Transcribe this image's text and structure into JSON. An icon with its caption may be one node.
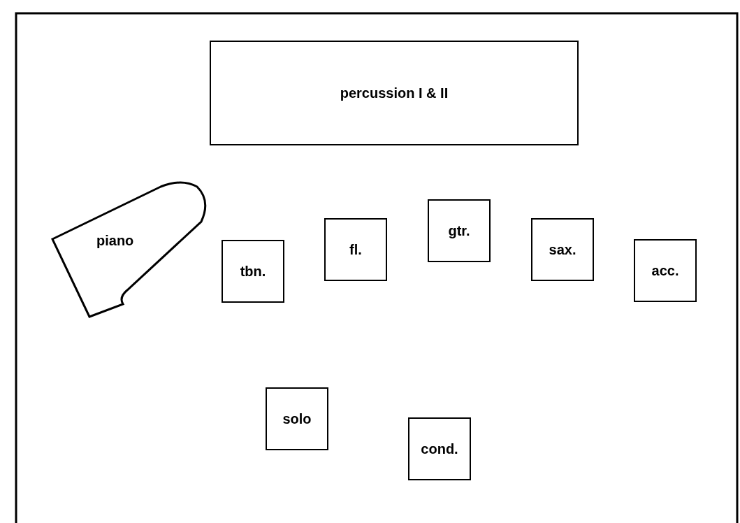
{
  "diagram": {
    "nodes": [
      {
        "text": [
          "percussion I & II"
        ]
      },
      {
        "text": [
          "piano"
        ]
      },
      {
        "text": [
          "tbn."
        ]
      },
      {
        "text": [
          "fl."
        ]
      },
      {
        "text": [
          "gtr."
        ]
      },
      {
        "text": [
          "sax."
        ]
      },
      {
        "text": [
          "acc."
        ]
      },
      {
        "text": [
          "solo"
        ]
      },
      {
        "text": [
          "cond."
        ]
      }
    ]
  }
}
